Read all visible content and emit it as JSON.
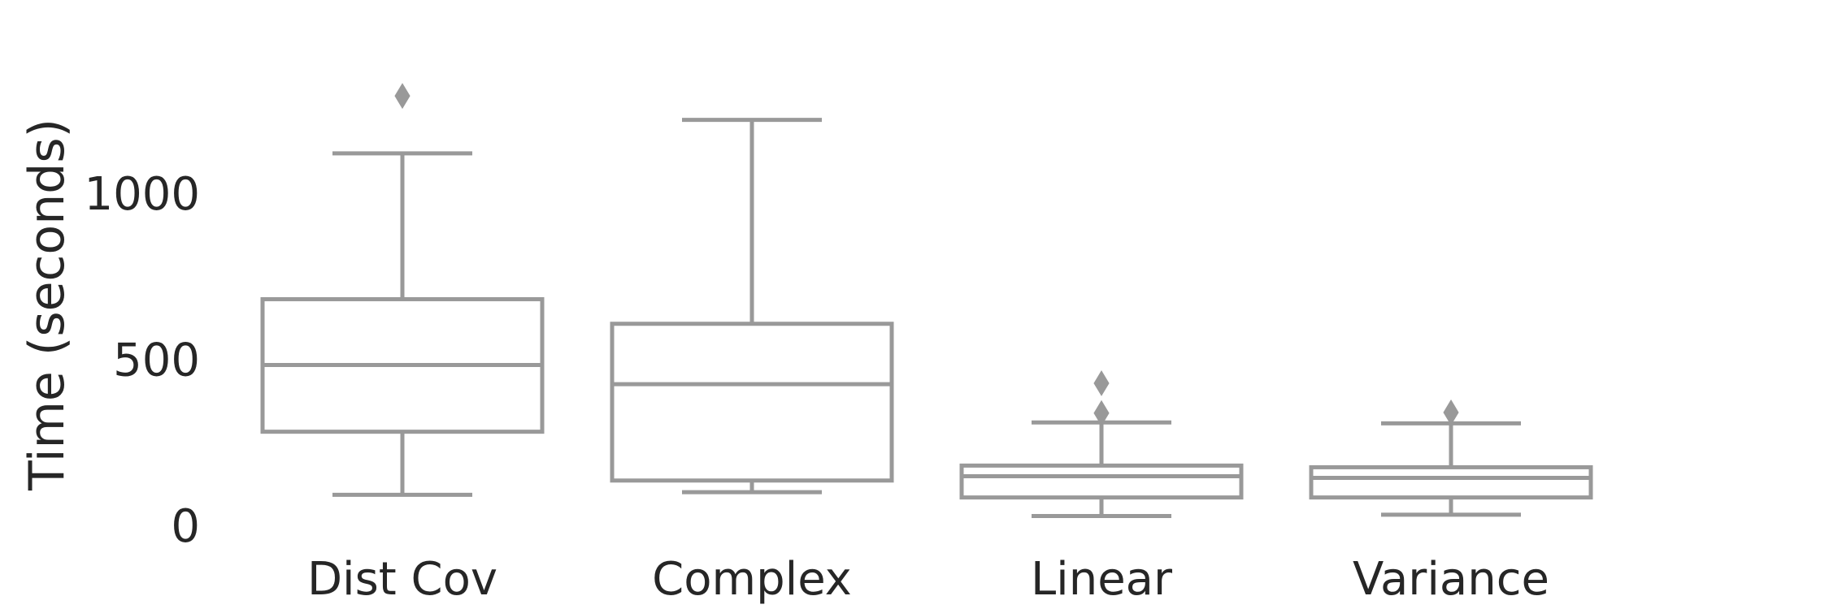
{
  "chart_data": {
    "type": "box",
    "title": "",
    "xlabel": "",
    "ylabel": "Time (seconds)",
    "ylim": [
      0,
      1300
    ],
    "yticks": [
      0,
      500,
      1000
    ],
    "grid": false,
    "legend": false,
    "color": "#999999",
    "text_color": "#262626",
    "categories": [
      "Dist Cov",
      "Complex",
      "Linear",
      "Variance"
    ],
    "boxes": [
      {
        "category": "Dist Cov",
        "whisker_low": 92,
        "q1": 282,
        "median": 483,
        "q3": 681,
        "whisker_high": 1120,
        "outliers": [
          1293
        ]
      },
      {
        "category": "Complex",
        "whisker_low": 100,
        "q1": 135,
        "median": 425,
        "q3": 607,
        "whisker_high": 1221,
        "outliers": []
      },
      {
        "category": "Linear",
        "whisker_low": 28,
        "q1": 84,
        "median": 148,
        "q3": 180,
        "whisker_high": 310,
        "outliers": [
          338,
          428
        ]
      },
      {
        "category": "Variance",
        "whisker_low": 32,
        "q1": 84,
        "median": 143,
        "q3": 175,
        "whisker_high": 307,
        "outliers": [
          340
        ]
      }
    ]
  }
}
